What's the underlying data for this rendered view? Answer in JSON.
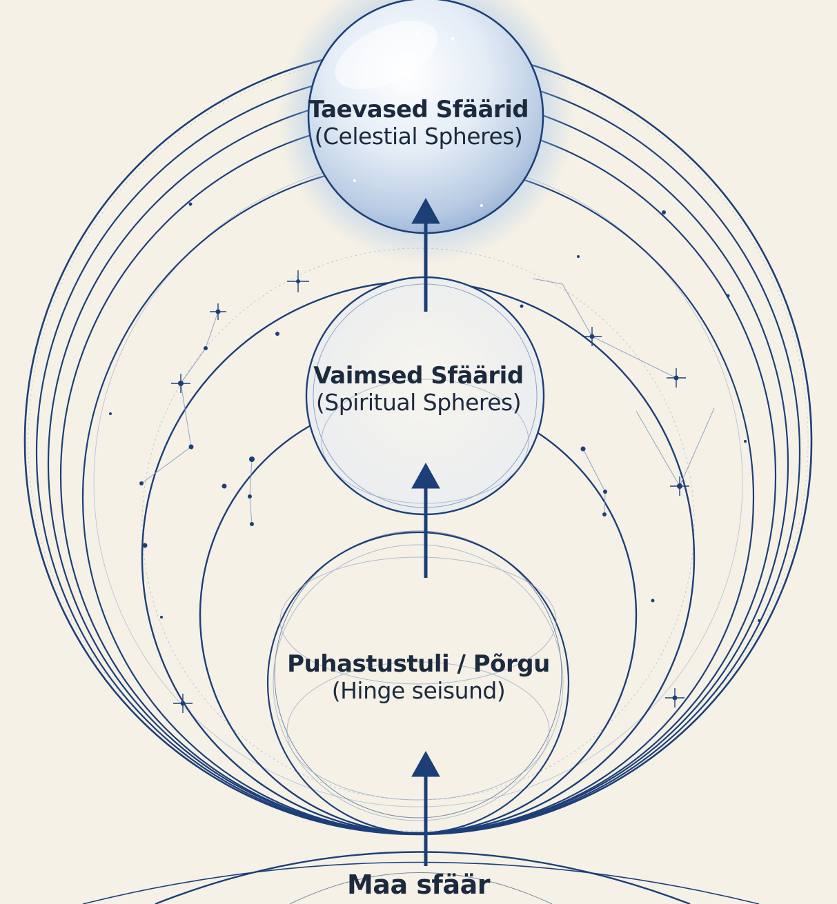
{
  "colors": {
    "background": "#f5f1e6",
    "line": "#1d3f78",
    "thin_line": "#8fa3c4",
    "text": "#1c2a3e",
    "glow": "#9cc0ec"
  },
  "spheres": {
    "celestial": {
      "title": "Taevased Sfäärid",
      "subtitle": "(Celestial Spheres)"
    },
    "spiritual": {
      "title": "Vaimsed Sfäärid",
      "subtitle": "(Spiritual Spheres)"
    },
    "purgatory": {
      "title": "Puhastustuli / Põrgu",
      "subtitle": "(Hinge seisund)"
    },
    "earth": {
      "title": "Maa sfäär"
    }
  }
}
